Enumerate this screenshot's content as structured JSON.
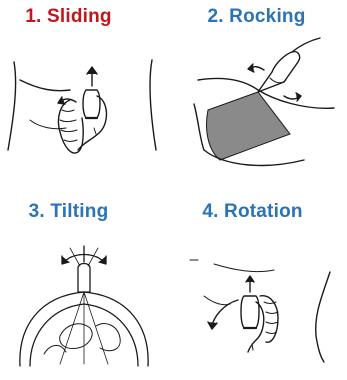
{
  "colors": {
    "title_red": "#c3161c",
    "title_blue": "#2a73b6",
    "line": "#1a1a1a",
    "shade": "#8a8a8a"
  },
  "panels": [
    {
      "title": "1. Sliding",
      "color": "title_red"
    },
    {
      "title": "2. Rocking",
      "color": "title_blue"
    },
    {
      "title": "3. Tilting",
      "color": "title_blue"
    },
    {
      "title": "4. Rotation",
      "color": "title_blue"
    }
  ]
}
